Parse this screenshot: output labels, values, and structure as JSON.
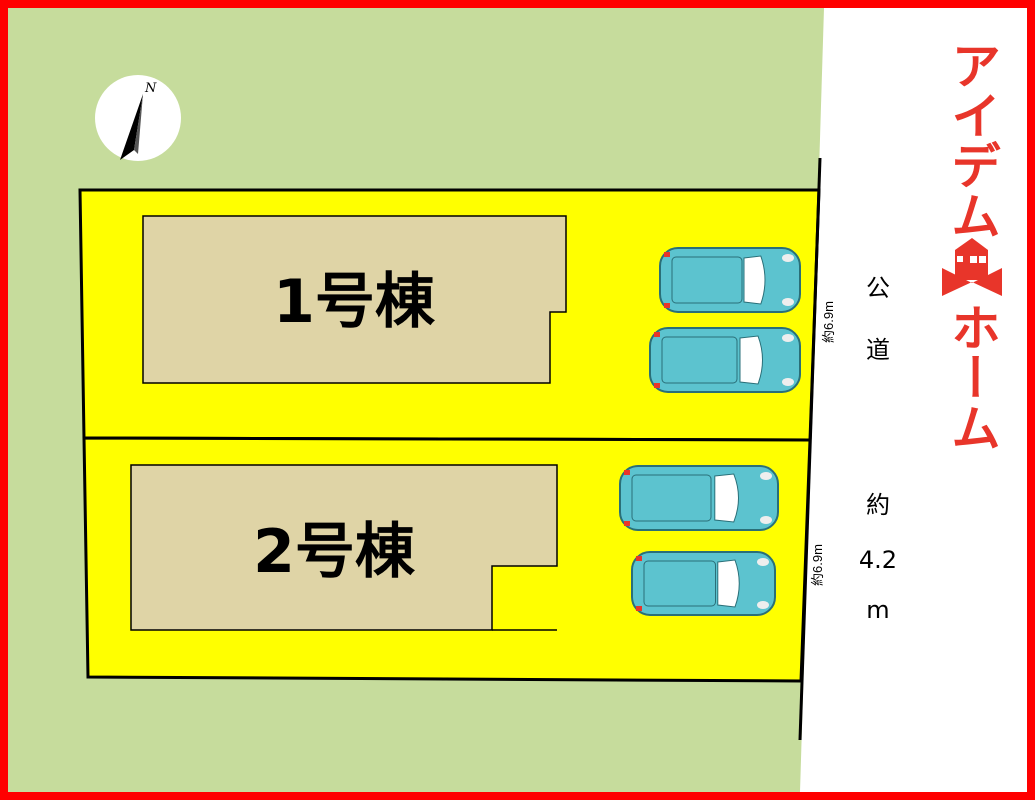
{
  "colors": {
    "border": "#ff0000",
    "grass": "#c6dc9c",
    "lot": "#ffff00",
    "building": "#dfd4a6",
    "car": "#5cc3cf",
    "logo": "#e8352a"
  },
  "compass": {
    "label": "N"
  },
  "lots": [
    {
      "label": "1号棟",
      "frontage": "約6.9m"
    },
    {
      "label": "2号棟",
      "frontage": "約6.9m"
    }
  ],
  "road": {
    "chars": [
      "公",
      "道"
    ],
    "width_chars": [
      "約",
      "4.2",
      "m"
    ]
  },
  "logo": {
    "top": "アイデム",
    "bottom": "ホーム"
  }
}
